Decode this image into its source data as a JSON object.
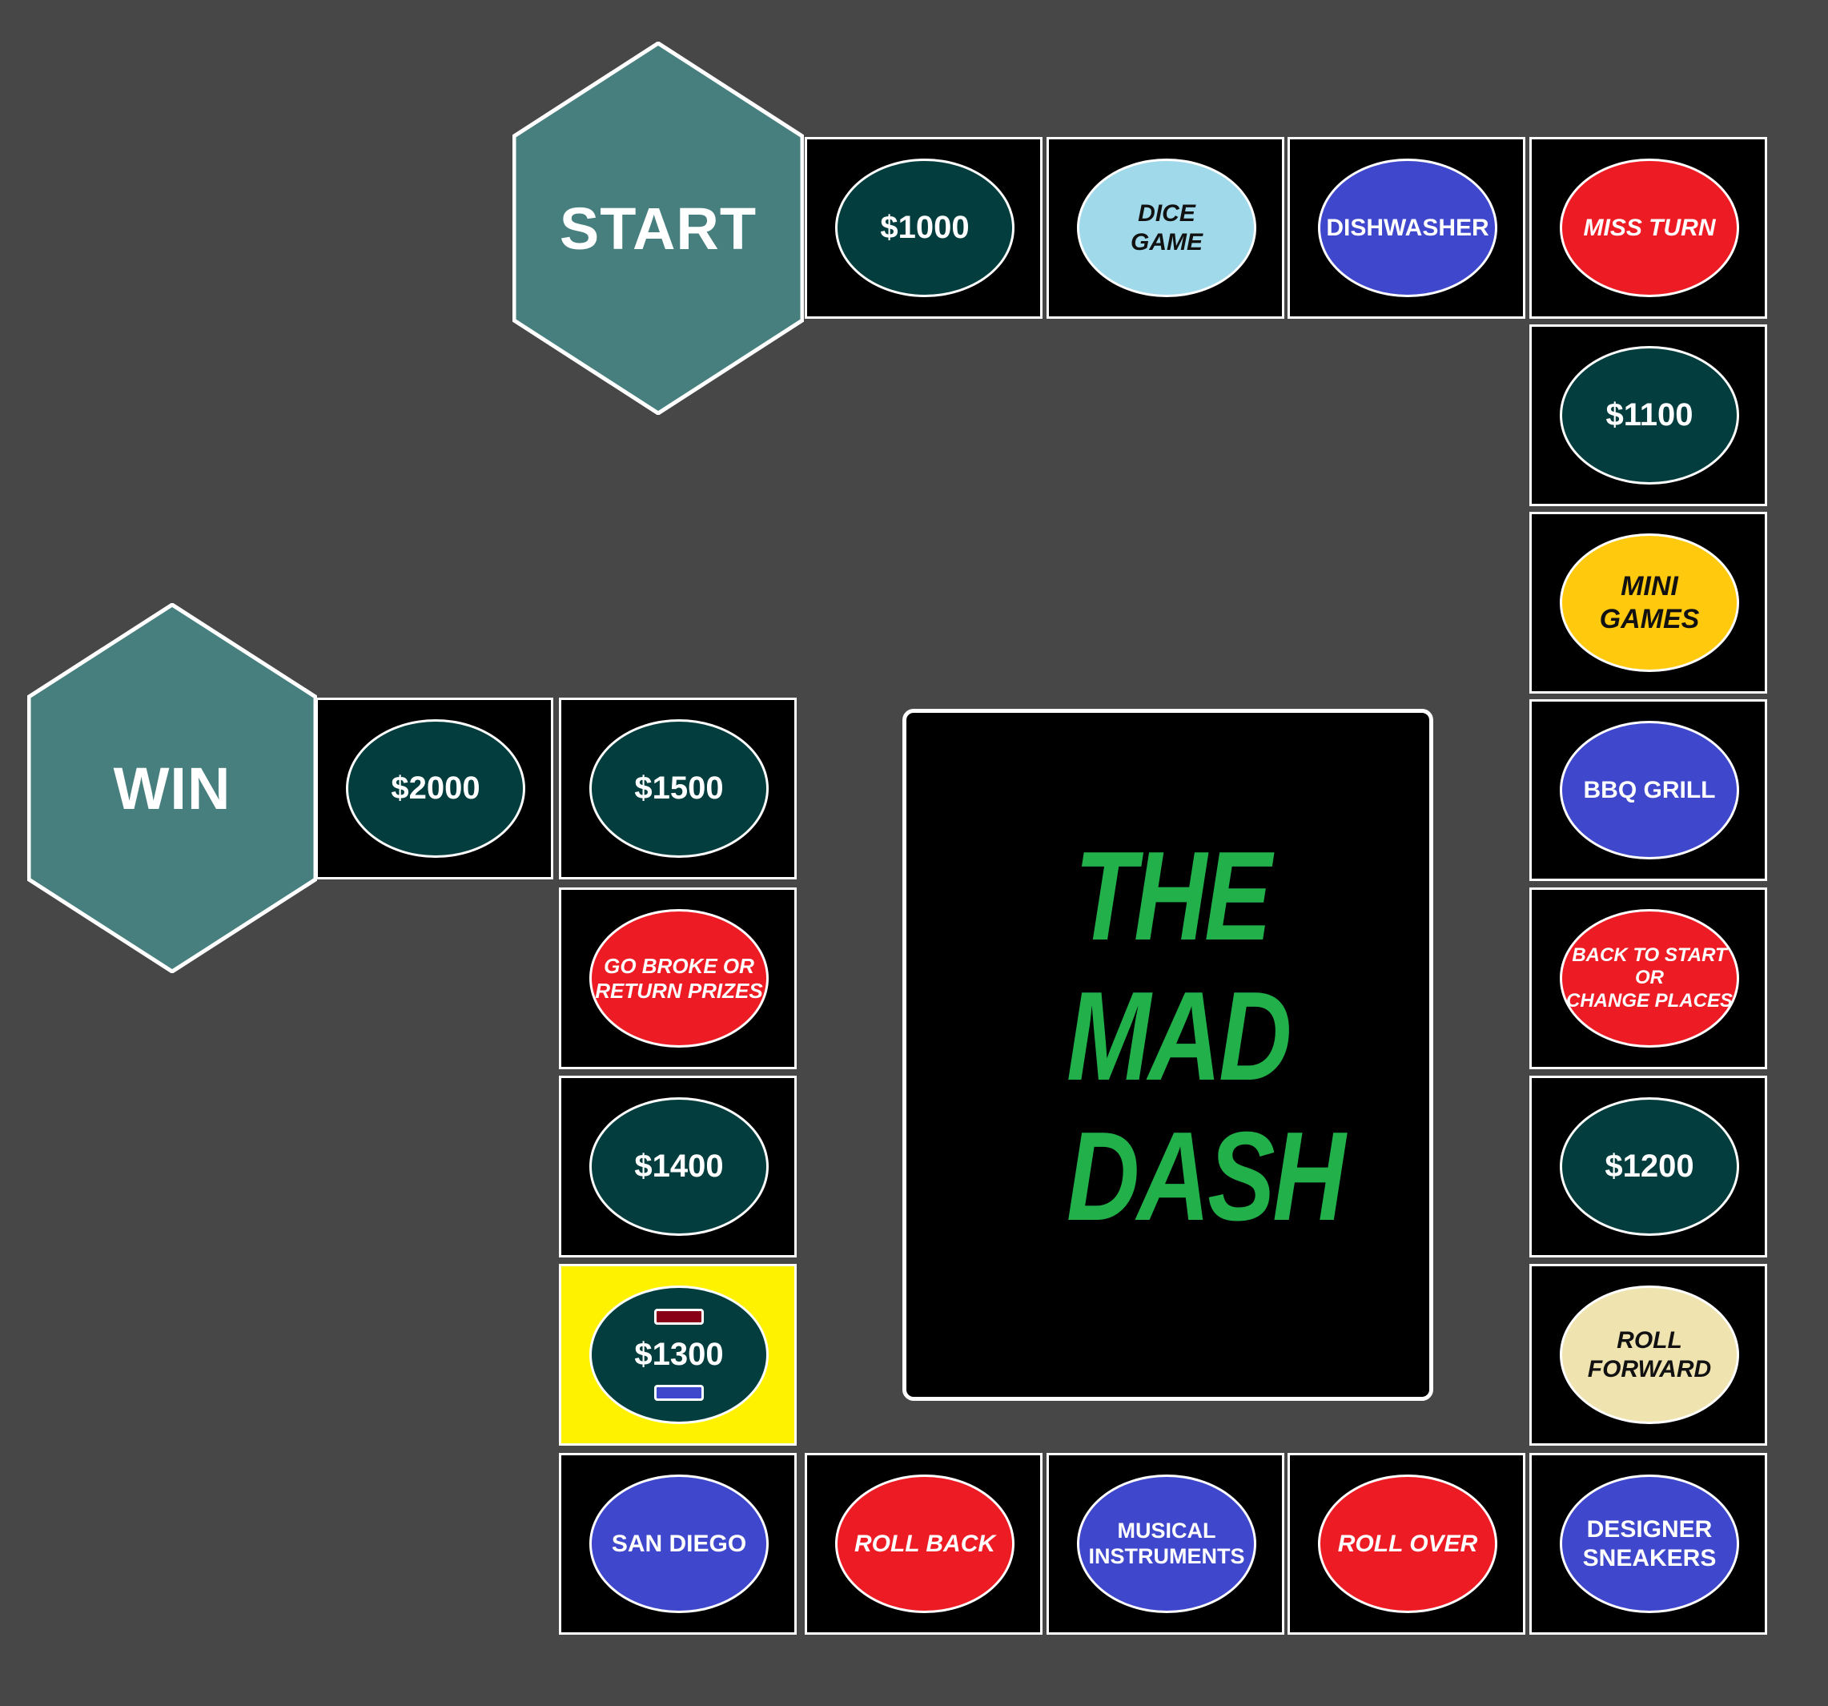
{
  "board": {
    "start_label": "START",
    "win_label": "WIN",
    "title_lines": [
      "THE",
      "MAD",
      "DASH"
    ]
  },
  "spaces": [
    {
      "label": "$1000",
      "color": "#033d3d"
    },
    {
      "label": "DICE\nGAME",
      "color": "#9fd9ea"
    },
    {
      "label": "DISHWASHER",
      "color": "#3f47cc"
    },
    {
      "label": "MISS TURN",
      "color": "#ed1c24"
    },
    {
      "label": "$1100",
      "color": "#033d3d"
    },
    {
      "label": "MINI\nGAMES",
      "color": "#ffc90e"
    },
    {
      "label": "BBQ GRILL",
      "color": "#3f47cc"
    },
    {
      "label": "BACK TO START OR\nCHANGE PLACES",
      "color": "#ed1c24"
    },
    {
      "label": "$1200",
      "color": "#033d3d"
    },
    {
      "label": "ROLL\nFORWARD",
      "color": "#efe4b0"
    },
    {
      "label": "DESIGNER\nSNEAKERS",
      "color": "#3f47cc"
    },
    {
      "label": "ROLL OVER",
      "color": "#ed1c24"
    },
    {
      "label": "MUSICAL\nINSTRUMENTS",
      "color": "#3f47cc"
    },
    {
      "label": "ROLL BACK",
      "color": "#ed1c24"
    },
    {
      "label": "SAN DIEGO",
      "color": "#3f47cc"
    },
    {
      "label": "$1300",
      "color": "#033d3d"
    },
    {
      "label": "$1400",
      "color": "#033d3d"
    },
    {
      "label": "GO BROKE OR\nRETURN PRIZES",
      "color": "#ed1c24"
    },
    {
      "label": "$1500",
      "color": "#033d3d"
    },
    {
      "label": "$2000",
      "color": "#033d3d"
    }
  ],
  "colors": {
    "background": "#474747",
    "hexagon": "#477f7f",
    "title": "#22b04b",
    "highlight": "#fff200",
    "player_red": "#880015",
    "player_blue": "#3f47cc"
  }
}
